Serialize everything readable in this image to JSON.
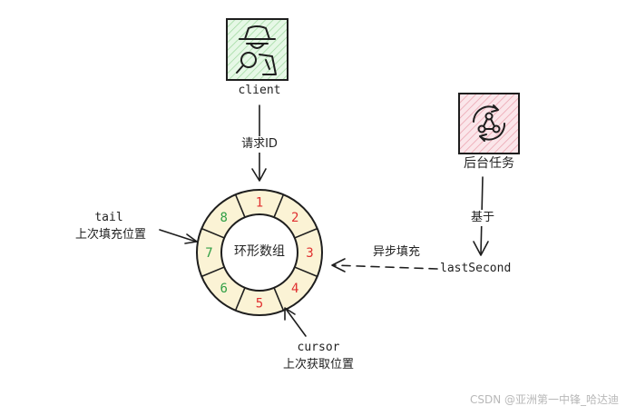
{
  "nodes": {
    "client": {
      "label": "client",
      "icon": "detective-icon"
    },
    "background_task": {
      "label": "后台任务",
      "icon": "cycle-network-icon"
    },
    "ring": {
      "label": "环形数组"
    }
  },
  "ring_slots": [
    {
      "index": "1",
      "status": "unfilled",
      "color": "#e03030"
    },
    {
      "index": "2",
      "status": "unfilled",
      "color": "#e03030"
    },
    {
      "index": "3",
      "status": "unfilled",
      "color": "#e03030"
    },
    {
      "index": "4",
      "status": "unfilled",
      "color": "#e03030"
    },
    {
      "index": "5",
      "status": "unfilled",
      "color": "#e03030"
    },
    {
      "index": "6",
      "status": "filled",
      "color": "#2f9e44"
    },
    {
      "index": "7",
      "status": "filled",
      "color": "#2f9e44"
    },
    {
      "index": "8",
      "status": "filled",
      "color": "#2f9e44"
    }
  ],
  "edges": {
    "request_id": "请求ID",
    "based_on": "基于",
    "async_fill": "异步填充",
    "last_second": "lastSecond"
  },
  "pointers": {
    "tail_name": "tail",
    "tail_desc": "上次填充位置",
    "cursor_name": "cursor",
    "cursor_desc": "上次获取位置"
  },
  "watermark": "CSDN @亚洲第一中锋_哈达迪",
  "colors": {
    "client_box": "#d8f5d8",
    "task_box": "#f7d6dc",
    "ring_fill": "#fbf3d5",
    "stroke": "#1e1e1e"
  }
}
